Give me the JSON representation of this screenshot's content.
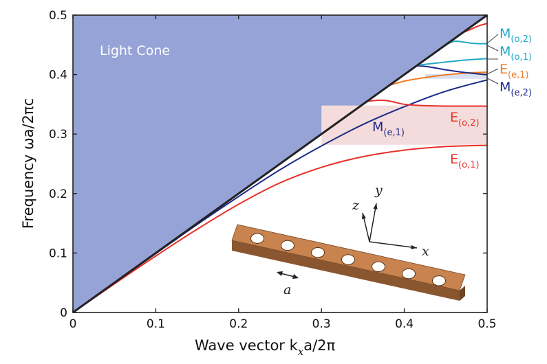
{
  "chart_data": {
    "type": "line",
    "xlabel_main": "Wave vector  k",
    "xlabel_sub": "x",
    "xlabel_tail": "a/2π",
    "ylabel": "Frequency  ωa/2πc",
    "xlim": [
      0,
      0.5
    ],
    "ylim": [
      0,
      0.5
    ],
    "x_ticks": [
      "0",
      "0.1",
      "0.2",
      "0.3",
      "0.4",
      "0.5"
    ],
    "y_ticks": [
      "0",
      "0.1",
      "0.2",
      "0.3",
      "0.4",
      "0.5"
    ],
    "grid": false,
    "light_cone_label": "Light Cone",
    "light_line": {
      "x": [
        0,
        0.5
      ],
      "y": [
        0,
        0.5
      ]
    },
    "bands": [
      {
        "color": "#f4dcdc",
        "x": [
          0.3,
          0.5
        ],
        "y": [
          0.282,
          0.348
        ]
      },
      {
        "color": "#d8e0f0",
        "x": [
          0.425,
          0.5
        ],
        "y": [
          0.393,
          0.401
        ]
      }
    ],
    "series": [
      {
        "name": "E(o,1)",
        "color": "#e8302a",
        "x": [
          0,
          0.05,
          0.1,
          0.15,
          0.2,
          0.25,
          0.3,
          0.35,
          0.4,
          0.45,
          0.5
        ],
        "y": [
          0,
          0.048,
          0.095,
          0.14,
          0.182,
          0.218,
          0.244,
          0.262,
          0.273,
          0.279,
          0.281
        ]
      },
      {
        "name": "M(e,1)",
        "color": "#1b2a8a",
        "x": [
          0,
          0.05,
          0.1,
          0.15,
          0.2,
          0.25,
          0.3,
          0.35,
          0.4,
          0.45,
          0.5
        ],
        "y": [
          0,
          0.05,
          0.099,
          0.148,
          0.195,
          0.24,
          0.28,
          0.316,
          0.346,
          0.372,
          0.391
        ]
      },
      {
        "name": "E(o,2)",
        "color": "#e8302a",
        "x": [
          0.355,
          0.37,
          0.38,
          0.39,
          0.4,
          0.42,
          0.45,
          0.48,
          0.5
        ],
        "y": [
          0.355,
          0.357,
          0.356,
          0.353,
          0.35,
          0.348,
          0.347,
          0.347,
          0.347
        ]
      },
      {
        "name": "E(e,1)",
        "color": "#f07a22",
        "x": [
          0.382,
          0.4,
          0.42,
          0.44,
          0.46,
          0.48,
          0.5
        ],
        "y": [
          0.382,
          0.389,
          0.394,
          0.398,
          0.401,
          0.403,
          0.404
        ]
      },
      {
        "name": "M(e,2)",
        "color": "#1b2a8a",
        "x": [
          0.415,
          0.43,
          0.45,
          0.47,
          0.49,
          0.5
        ],
        "y": [
          0.415,
          0.413,
          0.408,
          0.404,
          0.401,
          0.4
        ]
      },
      {
        "name": "M(o,1)",
        "color": "#21a8c8",
        "x": [
          0.418,
          0.43,
          0.45,
          0.47,
          0.49,
          0.5
        ],
        "y": [
          0.416,
          0.418,
          0.421,
          0.424,
          0.426,
          0.427
        ]
      },
      {
        "name": "M(o,2)",
        "color": "#21a8c8",
        "x": [
          0.45,
          0.46,
          0.47,
          0.48,
          0.49,
          0.5
        ],
        "y": [
          0.45,
          0.456,
          0.455,
          0.453,
          0.452,
          0.452
        ]
      },
      {
        "name": "upper-red",
        "color": "#e8302a",
        "x": [
          0.47,
          0.48,
          0.49,
          0.5
        ],
        "y": [
          0.47,
          0.476,
          0.482,
          0.486
        ]
      }
    ],
    "labels": [
      {
        "id": "M(e,1)",
        "main": "M",
        "sub": "(e,1)",
        "color": "#1b2a8a"
      },
      {
        "id": "E(o,2)",
        "main": "E",
        "sub": "(o,2)",
        "color": "#e8302a"
      },
      {
        "id": "E(o,1)",
        "main": "E",
        "sub": "(o,1)",
        "color": "#e8302a"
      },
      {
        "id": "M(o,2)",
        "main": "M",
        "sub": "(o,2)",
        "color": "#21a8c8"
      },
      {
        "id": "M(o,1)",
        "main": "M",
        "sub": "(o,1)",
        "color": "#21a8c8"
      },
      {
        "id": "E(e,1)",
        "main": "E",
        "sub": "(e,1)",
        "color": "#f07a22"
      },
      {
        "id": "M(e,2)",
        "main": "M",
        "sub": "(e,2)",
        "color": "#1b2a8a"
      }
    ],
    "inset": {
      "axis_x": "x",
      "axis_y": "y",
      "axis_z": "z",
      "period_label": "a",
      "slab_color": "#c8834e",
      "hole_count": 7
    }
  }
}
